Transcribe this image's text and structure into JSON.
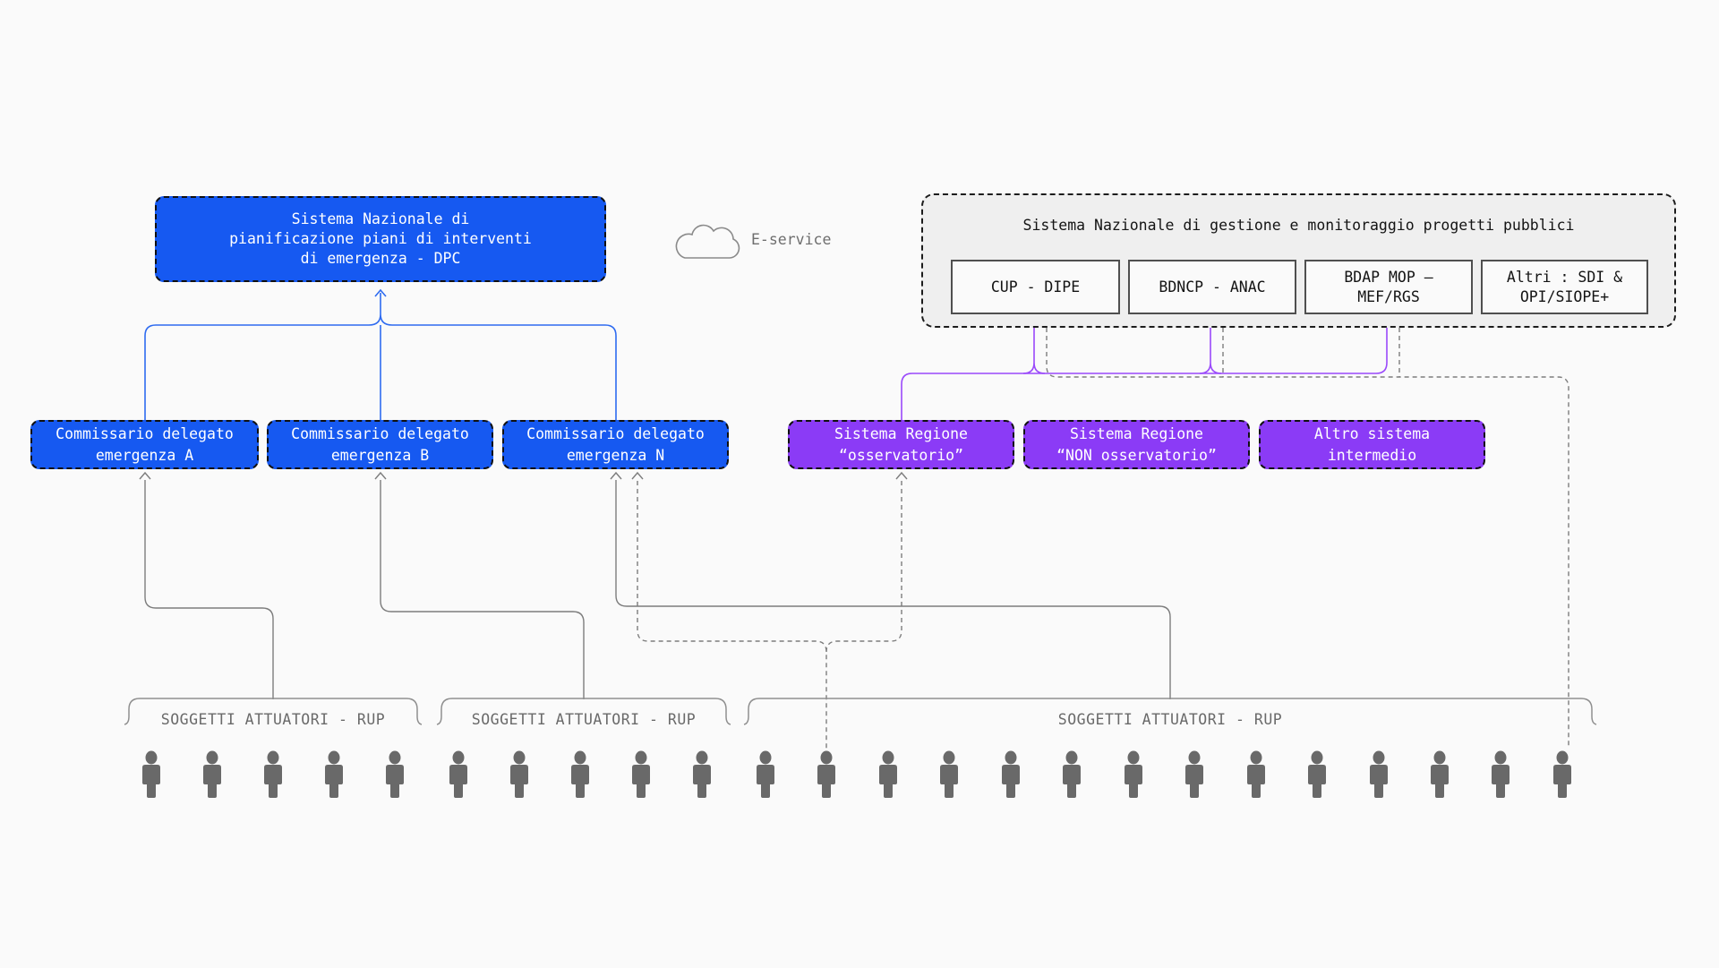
{
  "colors": {
    "bg": "#fafafa",
    "blue_box": "#1659f1",
    "purple_box": "#8b3bf6",
    "blue_line": "#2e6bf0",
    "purple_line": "#9a49fb",
    "gray_line": "#7d7d7d",
    "person_gray": "#696969"
  },
  "dpc_box": {
    "label": "Sistema Nazionale di\npianificazione piani di interventi\ndi emergenza - DPC"
  },
  "eservice": {
    "label": "E-service"
  },
  "national_box": {
    "title": "Sistema Nazionale di gestione e monitoraggio progetti pubblici",
    "systems": [
      {
        "label": "CUP - DIPE"
      },
      {
        "label": "BDNCP - ANAC"
      },
      {
        "label": "BDAP MOP –\nMEF/RGS"
      },
      {
        "label": "Altri : SDI &\nOPI/SIOPE+"
      }
    ]
  },
  "commissari": [
    {
      "label": "Commissario delegato\nemergenza A"
    },
    {
      "label": "Commissario delegato\nemergenza B"
    },
    {
      "label": "Commissario delegato\nemergenza N"
    }
  ],
  "regioni": [
    {
      "label": "Sistema Regione\n“osservatorio”"
    },
    {
      "label": "Sistema Regione\n“NON osservatorio”"
    },
    {
      "label": "Altro sistema\nintermedio"
    }
  ],
  "groups": [
    {
      "label": "SOGGETTI ATTUATORI - RUP",
      "persons": 5
    },
    {
      "label": "SOGGETTI ATTUATORI - RUP",
      "persons": 5
    },
    {
      "label": "SOGGETTI ATTUATORI - RUP",
      "persons": 14
    }
  ]
}
